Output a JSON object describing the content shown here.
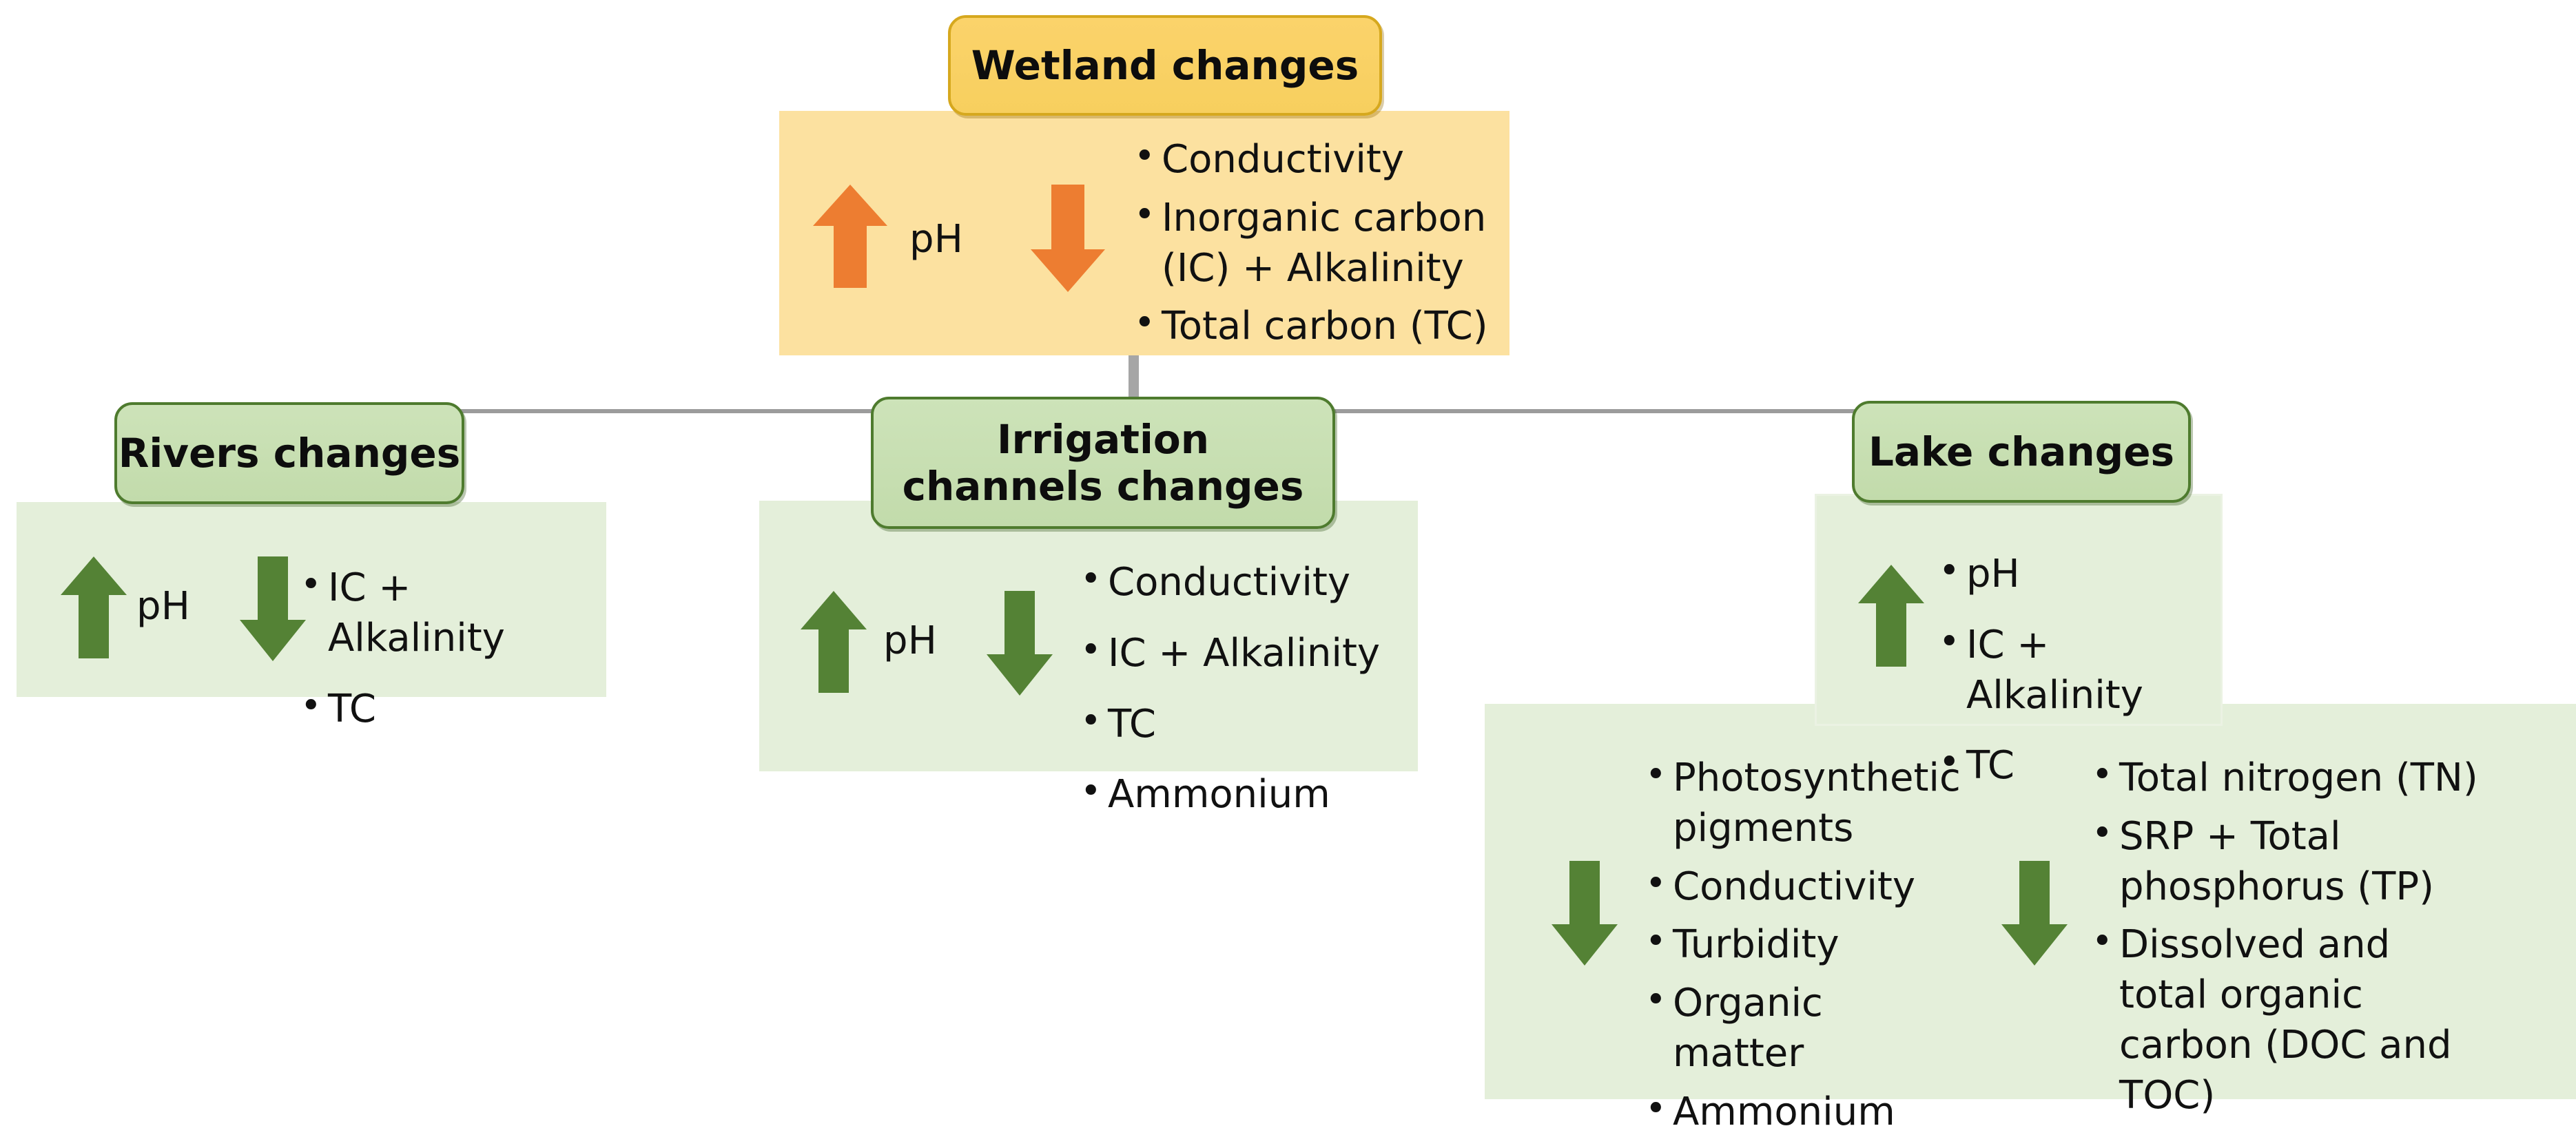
{
  "diagram": {
    "title": "Wetland, rivers, irrigation channels and lake changes",
    "colors": {
      "wetland_pill_fill": "#F7CF5E",
      "wetland_pill_border": "#D6A81E",
      "wetland_body_fill": "#FCE1A0",
      "orange_arrow": "#ED7D31",
      "green_pill_fill": "#C5DDAE",
      "green_pill_border": "#4E7B2E",
      "green_body_fill": "#E4EFDA",
      "green_arrow": "#548235",
      "connector_line": "#9C9C9C"
    }
  },
  "nodes": {
    "wetland": {
      "title": "Wetland changes",
      "groups": [
        {
          "arrow": "up-arrow-orange",
          "direction": "up",
          "label": "pH",
          "items": []
        },
        {
          "arrow": "down-arrow-orange",
          "direction": "down",
          "label": "",
          "items": [
            "Conductivity",
            "Inorganic carbon (IC) + Alkalinity",
            "Total carbon (TC)"
          ]
        }
      ]
    },
    "rivers": {
      "title": "Rivers changes",
      "groups": [
        {
          "arrow": "up-arrow-green",
          "direction": "up",
          "label": "pH",
          "items": []
        },
        {
          "arrow": "down-arrow-green",
          "direction": "down",
          "label": "",
          "items": [
            "IC + Alkalinity",
            "TC"
          ]
        }
      ]
    },
    "irrigation": {
      "title": "Irrigation channels changes",
      "groups": [
        {
          "arrow": "up-arrow-green",
          "direction": "up",
          "label": "pH",
          "items": []
        },
        {
          "arrow": "down-arrow-green",
          "direction": "down",
          "label": "",
          "items": [
            "Conductivity",
            "IC + Alkalinity",
            "TC",
            "Ammonium"
          ]
        }
      ]
    },
    "lake": {
      "title": "Lake changes",
      "groups": [
        {
          "arrow": "up-arrow-green",
          "direction": "up",
          "label": "",
          "items": [
            "pH",
            "IC + Alkalinity",
            "TC"
          ]
        },
        {
          "arrow": "down-arrow-green",
          "direction": "down",
          "label": "",
          "items": [
            "Photosynthetic pigments",
            "Conductivity",
            "Turbidity",
            "Organic matter",
            "Ammonium"
          ]
        },
        {
          "arrow": "down-arrow-green",
          "direction": "down",
          "label": "",
          "items": [
            "Total nitrogen (TN)",
            "SRP +  Total phosphorus (TP)",
            "Dissolved and total organic carbon (DOC and TOC)"
          ]
        }
      ]
    }
  }
}
